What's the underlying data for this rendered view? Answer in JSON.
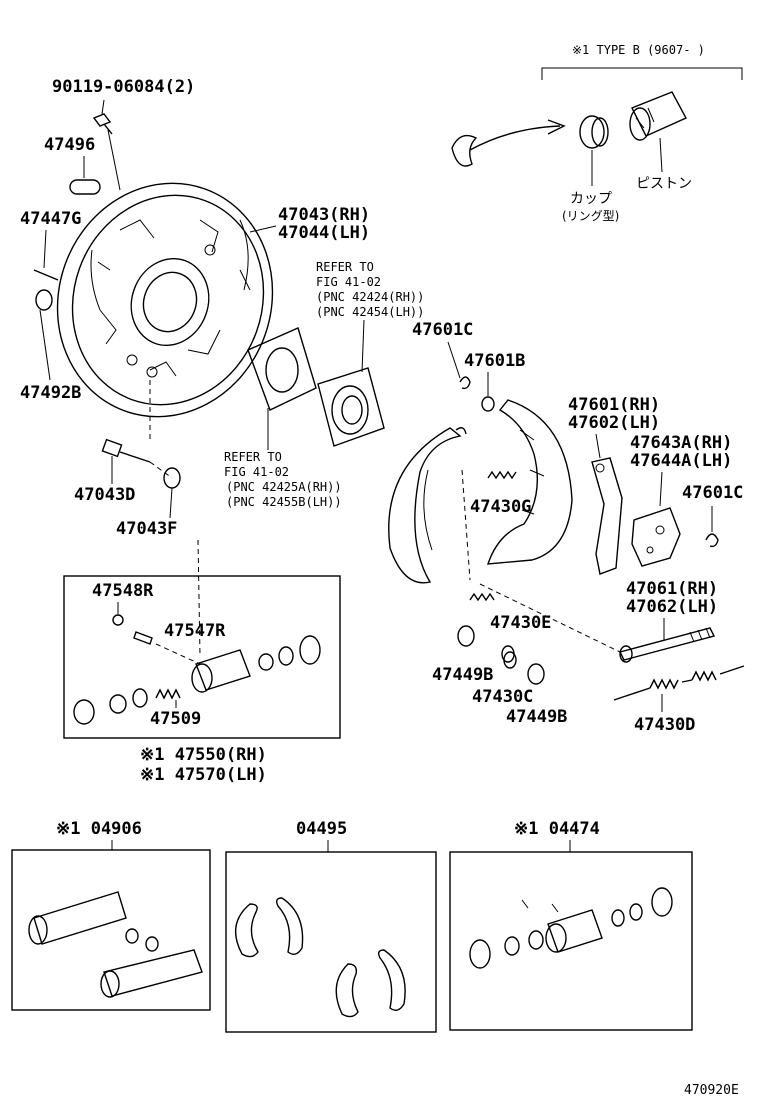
{
  "labels": {
    "bolt_90119": "90119-06084(2)",
    "p47496": "47496",
    "p47447G": "47447G",
    "p47492B": "47492B",
    "p47043_rh": "47043(RH)",
    "p47044_lh": "47044(LH)",
    "p47043D": "47043D",
    "p47043F": "47043F",
    "p47601C_a": "47601C",
    "p47601B": "47601B",
    "p47601_rh": "47601(RH)",
    "p47602_lh": "47602(LH)",
    "p47643A_rh": "47643A(RH)",
    "p47644A_lh": "47644A(LH)",
    "p47601C_b": "47601C",
    "p47430G": "47430G",
    "p47061_rh": "47061(RH)",
    "p47062_lh": "47062(LH)",
    "p47430E": "47430E",
    "p47449B_a": "47449B",
    "p47430C": "47430C",
    "p47449B_b": "47449B",
    "p47430D": "47430D",
    "p47548R": "47548R",
    "p47547R": "47547R",
    "p47509": "47509",
    "p47550_rh": "※1 47550(RH)",
    "p47570_lh": "※1 47570(LH)",
    "kit_04906": "※1 04906",
    "kit_04495": "04495",
    "kit_04474": "※1 04474",
    "figure_code": "470920E"
  },
  "refer_top": {
    "line1": "REFER TO",
    "line2": "FIG 41-02",
    "line3": "(PNC 42424(RH))",
    "line4": "(PNC 42454(LH))"
  },
  "refer_bottom": {
    "line1": "REFER TO",
    "line2": "FIG 41-02",
    "line3": "(PNC 42425A(RH))",
    "line4": "(PNC 42455B(LH))"
  },
  "type_note": {
    "header": "※1 TYPE B (9607-    )",
    "cup": "カップ",
    "cup_sub": "(リング型)",
    "piston": "ピストン"
  }
}
